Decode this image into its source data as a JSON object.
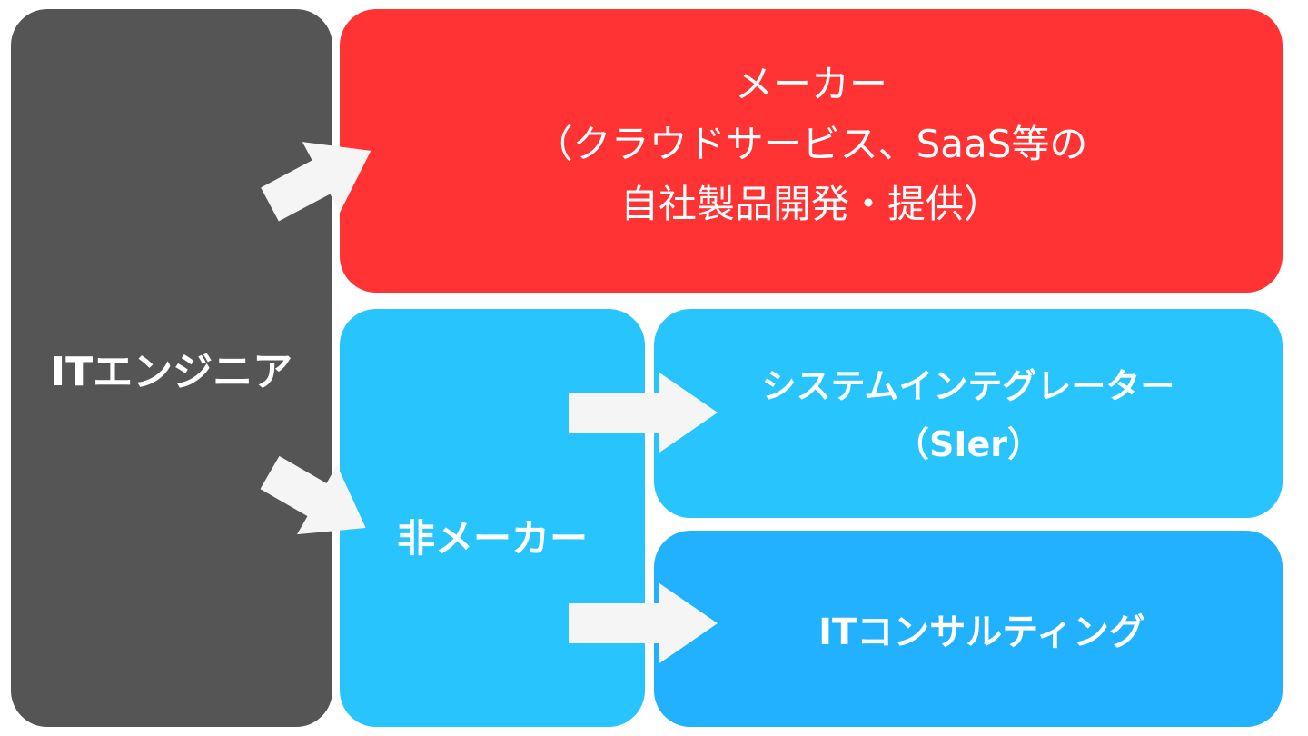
{
  "boxes": {
    "it_engineer": {
      "label": "ITエンジニア",
      "color": "#555555"
    },
    "maker": {
      "lines": [
        "メーカー",
        "（クラウドサービス、SaaS等の",
        "自社製品開発・提供）"
      ],
      "color": "#ff3333"
    },
    "non_maker": {
      "label": "非メーカー",
      "color": "#27c4fd"
    },
    "sier": {
      "lines": [
        "システムインテグレーター",
        "（SIer）"
      ],
      "color": "#27c4fd"
    },
    "it_consulting": {
      "label": "ITコンサルティング",
      "color": "#21b1fe"
    }
  },
  "arrow_color": "#f5f5f5"
}
